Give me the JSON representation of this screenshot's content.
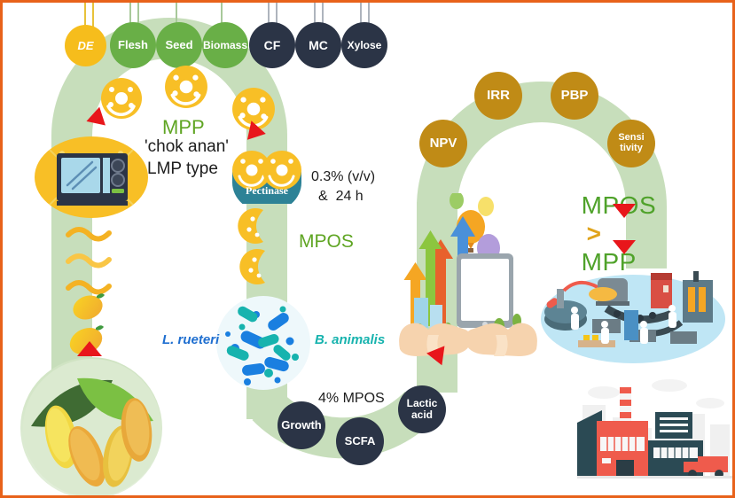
{
  "figure": {
    "title": "Mango peel pectin to pectic oligosaccharide bioprocess graphical abstract",
    "border_color": "#e8621a",
    "path_color": "#c7debb",
    "accent_green": "#5fa523",
    "accent_red": "#e8161b",
    "accent_yellow": "#f6bd1c",
    "accent_olive": "#c08b16",
    "accent_navy": "#2b3446",
    "accent_teal": "#2d8296"
  },
  "top_badges": [
    {
      "label": "DE",
      "style": "yellow",
      "italic": true
    },
    {
      "label": "Flesh",
      "style": "green",
      "italic": false
    },
    {
      "label": "Seed",
      "style": "green",
      "italic": false
    },
    {
      "label": "Biomass",
      "style": "green",
      "italic": false
    },
    {
      "label": "CF",
      "style": "dark",
      "italic": false
    },
    {
      "label": "MC",
      "style": "dark",
      "italic": false
    },
    {
      "label": "Xylose",
      "style": "dark",
      "italic": false
    }
  ],
  "labels": {
    "mpp": "MPP",
    "chok_anan": "'chok anan'",
    "lmp_type": "LMP type",
    "pectinase": "Pectinase",
    "condition_line1": "0.3% (v/v)",
    "condition_line2": "&  24 h",
    "mpos": "MPOS",
    "bacteria_left": "L. rueteri",
    "bacteria_right": "B. animalis",
    "mpos_dose": "4% MPOS",
    "comparison_left": "MPOS",
    "comparison_op": ">",
    "comparison_right": "MPP"
  },
  "outcome_badges": [
    {
      "label": "Growth",
      "style": "navy"
    },
    {
      "label": "SCFA",
      "style": "navy"
    },
    {
      "label": "Lactic acid",
      "style": "navy",
      "lines": [
        "Lactic",
        "acid"
      ]
    }
  ],
  "economic_badges": [
    {
      "label": "NPV",
      "style": "olive"
    },
    {
      "label": "IRR",
      "style": "olive"
    },
    {
      "label": "PBP",
      "style": "olive"
    },
    {
      "label": "Sensitivity",
      "style": "olive",
      "lines": [
        "Sensi",
        "tivity"
      ]
    }
  ],
  "illustrations": [
    {
      "name": "microwave-extraction",
      "caption": "microwave oven icon in yellow ellipse"
    },
    {
      "name": "mango-fruit-circle",
      "caption": "mangoes with green leaves"
    },
    {
      "name": "probiotic-bacteria",
      "caption": "blue rod-shaped bacteria colony"
    },
    {
      "name": "hands-growth-tablet",
      "caption": "hands holding tablet with growth arrows, balloons and coins"
    },
    {
      "name": "factory-production",
      "caption": "isometric food processing production line"
    },
    {
      "name": "industrial-plant",
      "caption": "flat illustration of industrial factory buildings"
    }
  ]
}
